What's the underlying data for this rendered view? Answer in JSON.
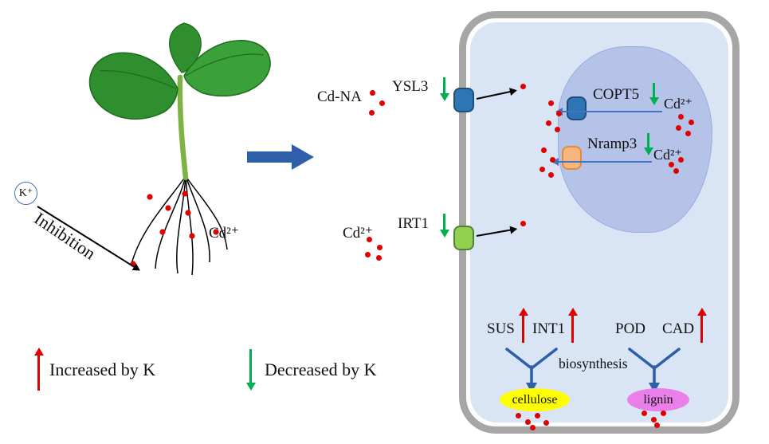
{
  "colors": {
    "dot": "#e10000",
    "red-arrow": "#e10000",
    "green-arrow": "#00b050",
    "blue-arrow": "#4472c4",
    "dark-blue": "#2e5fa8",
    "transporter-blue": "#2e75b6",
    "transporter-blue-border": "#1f4e79",
    "transporter-green": "#92d050",
    "transporter-green-border": "#538135",
    "transporter-orange": "#f7b77c",
    "transporter-orange-border": "#e08c3c",
    "cell-wall": "#a6a6a6",
    "cell-fill": "#d9e4f4",
    "vacuole-fill": "#b6c3e8",
    "vacuole-border": "#9aabdf",
    "cellulose-fill": "#ffff00",
    "lignin-fill": "#ea7fea",
    "k-circle": "#4472c4",
    "leaf-green": "#2f8f2f",
    "leaf-green-2": "#3aa03a",
    "stem-green": "#7cb342"
  },
  "left_panel": {
    "k_ion": "K⁺",
    "inhibition": "Inhibition",
    "cd_ion": "Cd²⁺"
  },
  "legend": {
    "increased": "Increased  by  K",
    "decreased": "Decreased  by  K"
  },
  "cell": {
    "ysl3": {
      "cargo": "Cd-NA",
      "name": "YSL3"
    },
    "copt5": {
      "name": "COPT5",
      "cargo": "Cd²⁺"
    },
    "nramp3": {
      "name": "Nramp3",
      "cargo": "Cd²⁺"
    },
    "irt1": {
      "cargo": "Cd²⁺",
      "name": "IRT1"
    },
    "enzymes": {
      "sus": "SUS",
      "int1": "INT1",
      "pod": "POD",
      "cad": "CAD"
    },
    "biosynthesis": "biosynthesis",
    "products": {
      "cellulose": "cellulose",
      "lignin": "lignin"
    }
  }
}
